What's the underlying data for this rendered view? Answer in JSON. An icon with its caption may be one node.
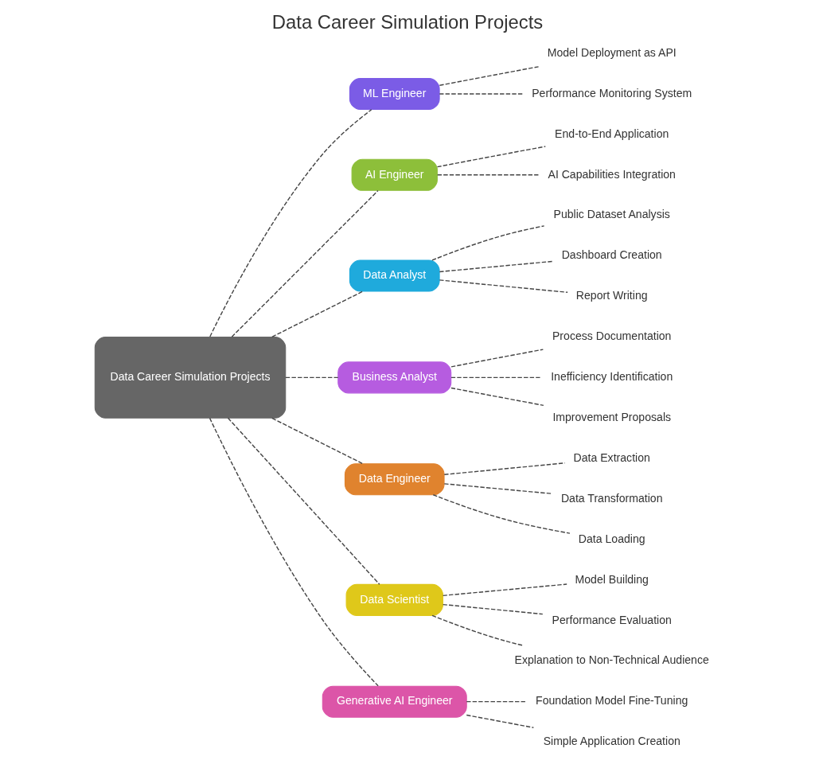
{
  "diagram": {
    "title": "Data Career Simulation Projects",
    "nodes": [
      {
        "text": [
          "Data Career Simulation Projects"
        ]
      },
      {
        "text": [
          "ML Engineer"
        ]
      },
      {
        "text": [
          "Model Deployment as API"
        ]
      },
      {
        "text": [
          "Performance Monitoring System"
        ]
      },
      {
        "text": [
          "AI Engineer"
        ]
      },
      {
        "text": [
          "End-to-End Application"
        ]
      },
      {
        "text": [
          "AI Capabilities Integration"
        ]
      },
      {
        "text": [
          "Data Analyst"
        ]
      },
      {
        "text": [
          "Public Dataset Analysis"
        ]
      },
      {
        "text": [
          "Dashboard Creation"
        ]
      },
      {
        "text": [
          "Report Writing"
        ]
      },
      {
        "text": [
          "Business Analyst"
        ]
      },
      {
        "text": [
          "Process Documentation"
        ]
      },
      {
        "text": [
          "Inefficiency Identification"
        ]
      },
      {
        "text": [
          "Improvement Proposals"
        ]
      },
      {
        "text": [
          "Data Engineer"
        ]
      },
      {
        "text": [
          "Data Extraction"
        ]
      },
      {
        "text": [
          "Data Transformation"
        ]
      },
      {
        "text": [
          "Data Loading"
        ]
      },
      {
        "text": [
          "Data Scientist"
        ]
      },
      {
        "text": [
          "Model Building"
        ]
      },
      {
        "text": [
          "Performance Evaluation"
        ]
      },
      {
        "text": [
          "Explanation to Non-Technical Audience"
        ]
      },
      {
        "text": [
          "Generative AI Engineer"
        ]
      },
      {
        "text": [
          "Foundation Model Fine-Tuning"
        ]
      },
      {
        "text": [
          "Simple Application Creation"
        ]
      }
    ],
    "edges": [
      {
        "from": 0,
        "to": 1,
        "arrow": "none",
        "style": "dashed"
      },
      {
        "from": 1,
        "to": 2,
        "arrow": "none",
        "style": "dashed"
      },
      {
        "from": 1,
        "to": 3,
        "arrow": "none",
        "style": "dashed"
      },
      {
        "from": 0,
        "to": 4,
        "arrow": "none",
        "style": "dashed"
      },
      {
        "from": 4,
        "to": 5,
        "arrow": "none",
        "style": "dashed"
      },
      {
        "from": 4,
        "to": 6,
        "arrow": "none",
        "style": "dashed"
      },
      {
        "from": 0,
        "to": 7,
        "arrow": "none",
        "style": "dashed"
      },
      {
        "from": 7,
        "to": 8,
        "arrow": "none",
        "style": "dashed"
      },
      {
        "from": 7,
        "to": 9,
        "arrow": "none",
        "style": "dashed"
      },
      {
        "from": 7,
        "to": 10,
        "arrow": "none",
        "style": "dashed"
      },
      {
        "from": 0,
        "to": 11,
        "arrow": "none",
        "style": "dashed"
      },
      {
        "from": 11,
        "to": 12,
        "arrow": "none",
        "style": "dashed"
      },
      {
        "from": 11,
        "to": 13,
        "arrow": "none",
        "style": "dashed"
      },
      {
        "from": 11,
        "to": 14,
        "arrow": "none",
        "style": "dashed"
      },
      {
        "from": 0,
        "to": 15,
        "arrow": "none",
        "style": "dashed"
      },
      {
        "from": 15,
        "to": 16,
        "arrow": "none",
        "style": "dashed"
      },
      {
        "from": 15,
        "to": 17,
        "arrow": "none",
        "style": "dashed"
      },
      {
        "from": 15,
        "to": 18,
        "arrow": "none",
        "style": "dashed"
      },
      {
        "from": 0,
        "to": 19,
        "arrow": "none",
        "style": "dashed"
      },
      {
        "from": 19,
        "to": 20,
        "arrow": "none",
        "style": "dashed"
      },
      {
        "from": 19,
        "to": 21,
        "arrow": "none",
        "style": "dashed"
      },
      {
        "from": 19,
        "to": 22,
        "arrow": "none",
        "style": "dashed"
      },
      {
        "from": 0,
        "to": 23,
        "arrow": "none",
        "style": "dashed"
      },
      {
        "from": 23,
        "to": 24,
        "arrow": "none",
        "style": "dashed"
      },
      {
        "from": 23,
        "to": 25,
        "arrow": "none",
        "style": "dashed"
      }
    ]
  }
}
